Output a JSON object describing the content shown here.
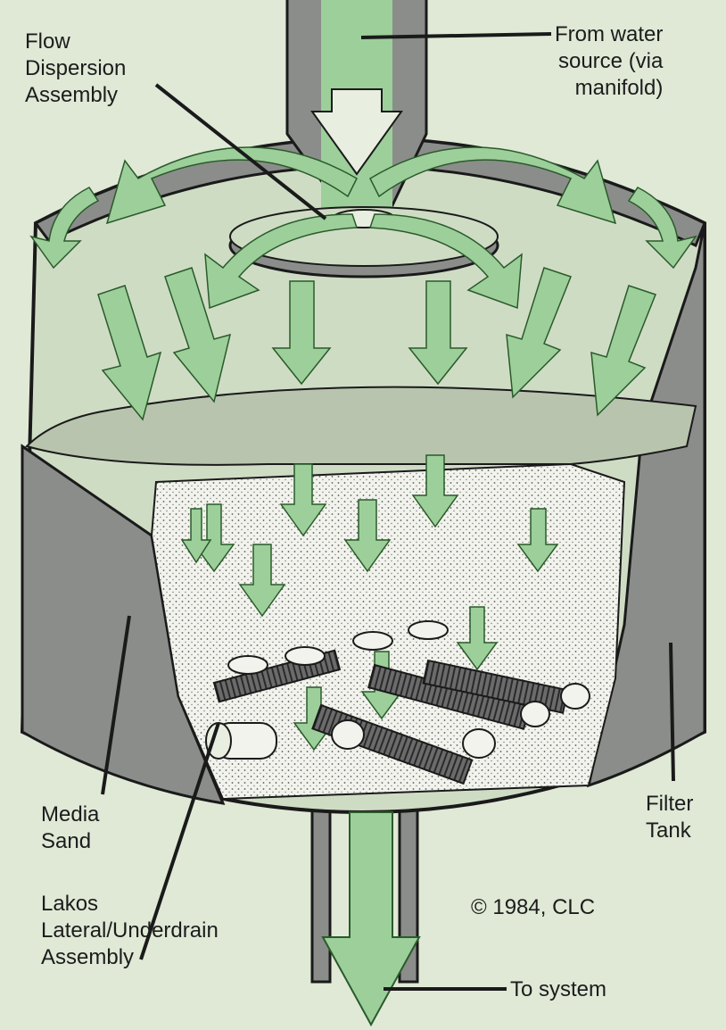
{
  "labels": {
    "flow_dispersion": "Flow\nDispersion\nAssembly",
    "from_water": "From water\nsource (via\nmanifold)",
    "media_sand": "Media\nSand",
    "filter_tank": "Filter\nTank",
    "lakos": "Lakos\nLateral/Underdrain\nAssembly",
    "copyright": "© 1984, CLC",
    "to_system": "To system"
  },
  "colors": {
    "background": "#dfe9d6",
    "arrow": "#9ccf9a",
    "tank_wall": "#8a8d8a",
    "outline": "#1a1a1a",
    "sand": "#f1f3ec"
  }
}
